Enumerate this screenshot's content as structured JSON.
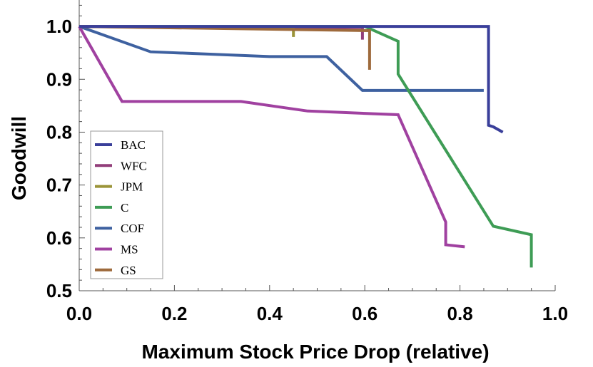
{
  "chart_data": {
    "type": "line",
    "title": "",
    "xlabel": "Maximum Stock Price Drop (relative)",
    "ylabel": "Goodwill",
    "xlim": [
      0.0,
      1.0
    ],
    "ylim": [
      0.5,
      1.05
    ],
    "xticks": [
      "0.0",
      "0.2",
      "0.4",
      "0.6",
      "0.8",
      "1.0"
    ],
    "xtick_values": [
      0.0,
      0.2,
      0.4,
      0.6,
      0.8,
      1.0
    ],
    "yticks": [
      "0.5",
      "0.6",
      "0.7",
      "0.8",
      "0.9",
      "1.0"
    ],
    "ytick_values": [
      0.5,
      0.6,
      0.7,
      0.8,
      0.9,
      1.0
    ],
    "grid": false,
    "legend_position": "bottom-left",
    "series": [
      {
        "name": "BAC",
        "color": "#3a3f9a",
        "x": [
          0.0,
          0.86,
          0.86,
          0.87,
          0.89
        ],
        "y": [
          1.0,
          1.0,
          0.813,
          0.81,
          0.8
        ]
      },
      {
        "name": "WFC",
        "color": "#923e7a",
        "x": [
          0.0,
          0.595,
          0.595
        ],
        "y": [
          1.0,
          0.998,
          0.975
        ]
      },
      {
        "name": "JPM",
        "color": "#9b9439",
        "x": [
          0.0,
          0.45,
          0.45
        ],
        "y": [
          1.0,
          0.995,
          0.98
        ]
      },
      {
        "name": "C",
        "color": "#3e9c55",
        "x": [
          0.0,
          0.6,
          0.67,
          0.67,
          0.87,
          0.95,
          0.95
        ],
        "y": [
          1.0,
          1.0,
          0.972,
          0.91,
          0.622,
          0.606,
          0.544
        ]
      },
      {
        "name": "COF",
        "color": "#3e61a0",
        "x": [
          0.0,
          0.15,
          0.4,
          0.52,
          0.595,
          0.85
        ],
        "y": [
          1.0,
          0.952,
          0.943,
          0.943,
          0.879,
          0.879
        ]
      },
      {
        "name": "MS",
        "color": "#a041a0",
        "x": [
          0.0,
          0.09,
          0.34,
          0.48,
          0.67,
          0.77,
          0.77,
          0.81
        ],
        "y": [
          1.0,
          0.858,
          0.858,
          0.84,
          0.833,
          0.63,
          0.587,
          0.583
        ]
      },
      {
        "name": "GS",
        "color": "#9e6a3c",
        "x": [
          0.0,
          0.61,
          0.61
        ],
        "y": [
          1.0,
          0.992,
          0.918
        ]
      }
    ]
  }
}
